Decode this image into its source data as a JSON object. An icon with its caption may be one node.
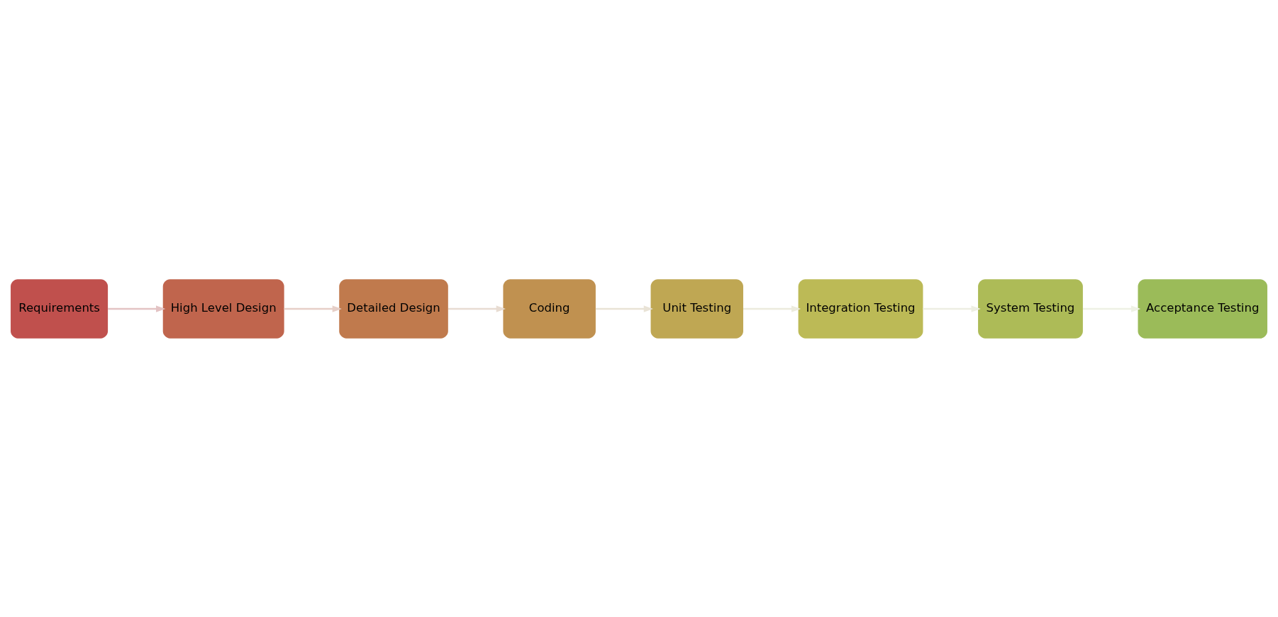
{
  "diagram": {
    "nodes": [
      {
        "text": [
          "Requirements"
        ]
      },
      {
        "text": [
          "High Level Design"
        ]
      },
      {
        "text": [
          "Detailed Design"
        ]
      },
      {
        "text": [
          "Coding"
        ]
      },
      {
        "text": [
          "Unit Testing"
        ]
      },
      {
        "text": [
          "Integration Testing"
        ]
      },
      {
        "text": [
          "System Testing"
        ]
      },
      {
        "text": [
          "Acceptance Testing"
        ]
      }
    ],
    "edges": [
      {
        "from": 0,
        "to": 1,
        "arrow": "to",
        "color": "#e3c3c4"
      },
      {
        "from": 1,
        "to": 2,
        "arrow": "to",
        "color": "#e6cfc8"
      },
      {
        "from": 2,
        "to": 3,
        "arrow": "to",
        "color": "#e8dcd2"
      },
      {
        "from": 3,
        "to": 4,
        "arrow": "to",
        "color": "#e9e3d6"
      },
      {
        "from": 4,
        "to": 5,
        "arrow": "to",
        "color": "#ecebdd"
      },
      {
        "from": 5,
        "to": 6,
        "arrow": "to",
        "color": "#edeee2"
      },
      {
        "from": 6,
        "to": 7,
        "arrow": "to",
        "color": "#eef1e4"
      }
    ]
  }
}
